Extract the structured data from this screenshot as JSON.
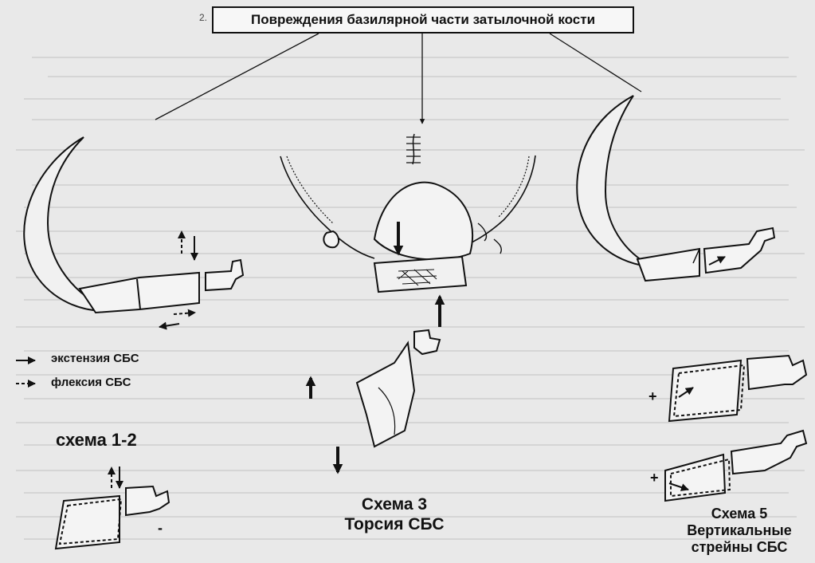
{
  "title": {
    "number": "2.",
    "text": "Повреждения базилярной части затылочной кости"
  },
  "legend": {
    "extension": "экстензия СБС",
    "flexion": "флексия СБС"
  },
  "schemes": {
    "scheme12": "схема 1-2",
    "scheme3_title": "Схема 3",
    "scheme3_sub": "Торсия СБС",
    "scheme5_title": "Схема 5",
    "scheme5_sub1": "Вертикальные",
    "scheme5_sub2": "стрейны СБС"
  },
  "signs": {
    "plus": "+",
    "minus": "-"
  },
  "colors": {
    "ink": "#111111",
    "paper": "#e9e9e9",
    "bleed_text": "#bcbcbc"
  }
}
